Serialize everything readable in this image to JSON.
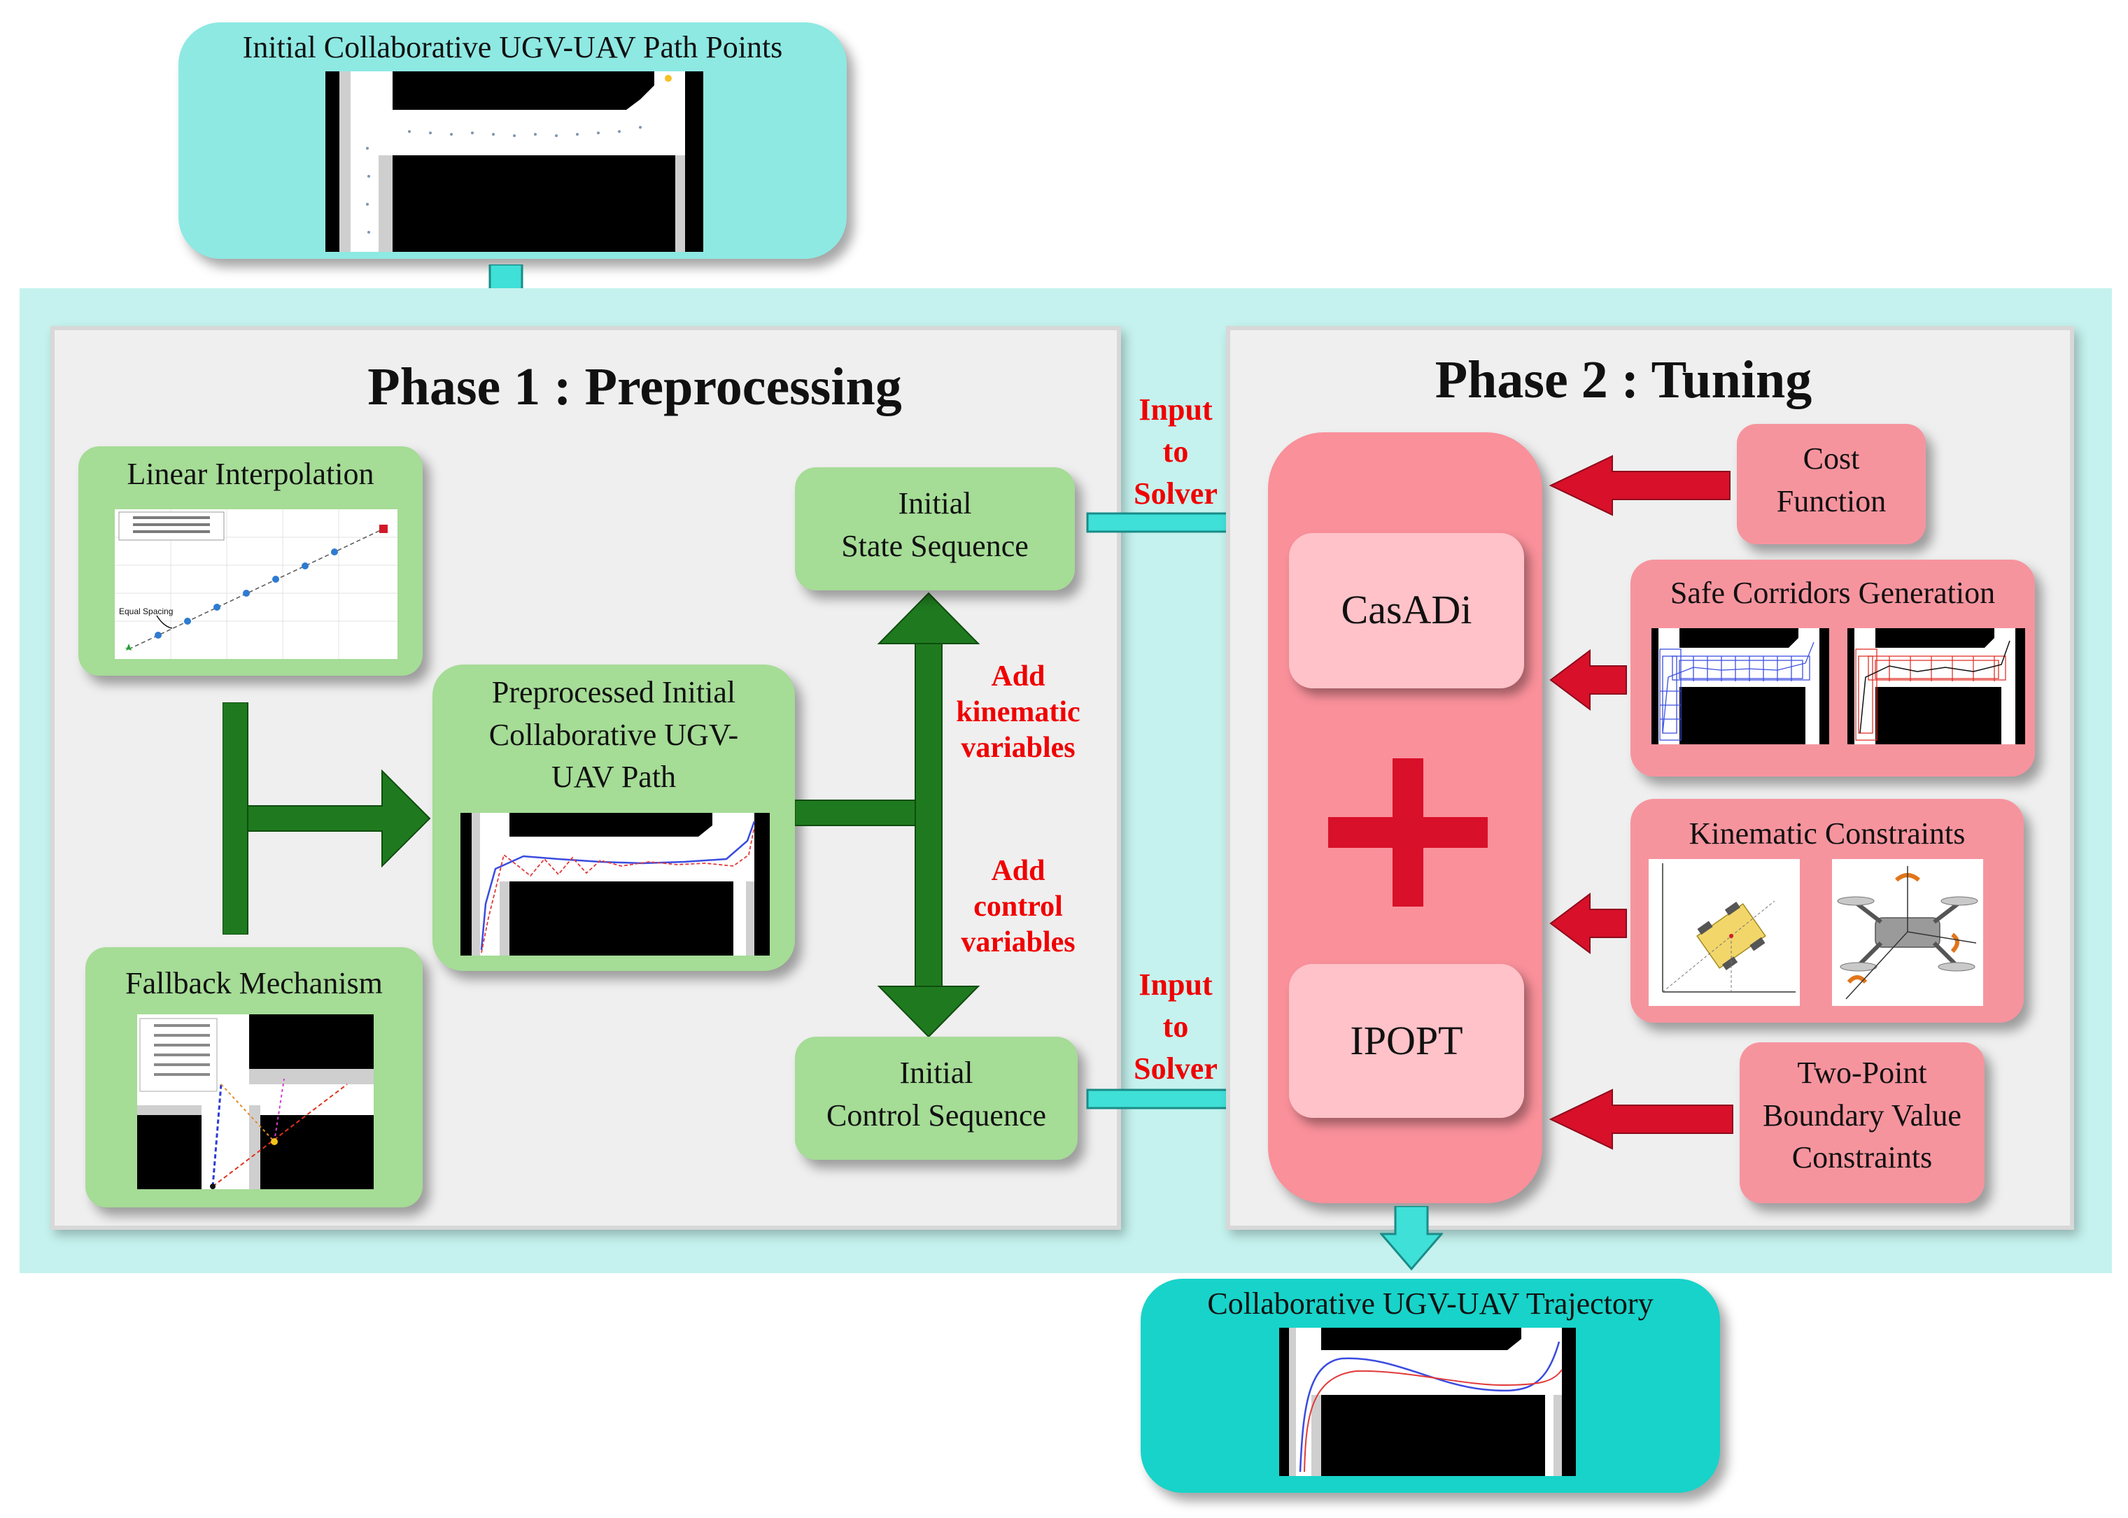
{
  "top_box": {
    "title": "Initial Collaborative UGV-UAV Path Points"
  },
  "phase1": {
    "title": "Phase 1 : Preprocessing",
    "linear_interpolation": {
      "title": "Linear Interpolation",
      "inset_label": "Equal Spacing"
    },
    "fallback": {
      "title": "Fallback Mechanism"
    },
    "preprocessed": {
      "line1": "Preprocessed Initial",
      "line2": "Collaborative UGV-",
      "line3": "UAV Path"
    },
    "state_seq": {
      "line1": "Initial",
      "line2": "State Sequence"
    },
    "control_seq": {
      "line1": "Initial",
      "line2": "Control Sequence"
    },
    "add_kinematic": {
      "line1": "Add",
      "line2": "kinematic",
      "line3": "variables"
    },
    "add_control": {
      "line1": "Add",
      "line2": "control",
      "line3": "variables"
    }
  },
  "input_top": {
    "line1": "Input",
    "line2": "to",
    "line3": "Solver"
  },
  "input_bottom": {
    "line1": "Input",
    "line2": "to",
    "line3": "Solver"
  },
  "phase2": {
    "title": "Phase 2 : Tuning",
    "casadi": "CasADi",
    "ipopt": "IPOPT",
    "cost": {
      "line1": "Cost",
      "line2": "Function"
    },
    "corridors": {
      "title": "Safe Corridors Generation"
    },
    "kinematic": {
      "title": "Kinematic Constraints"
    },
    "boundary": {
      "line1": "Two-Point",
      "line2": "Boundary Value",
      "line3": "Constraints"
    }
  },
  "output_box": {
    "title": "Collaborative UGV-UAV Trajectory"
  },
  "colors": {
    "teal_light": "#8ee9e3",
    "teal_dark": "#18d3c9",
    "outer_bg": "#c5f2ee",
    "green": "#a5dc96",
    "dark_green_arrow": "#1f7a1f",
    "pink": "#f6949e",
    "red_arrow": "#d8102a",
    "red_text": "#f00000",
    "cyan_arrow": "#3fe0d8"
  }
}
